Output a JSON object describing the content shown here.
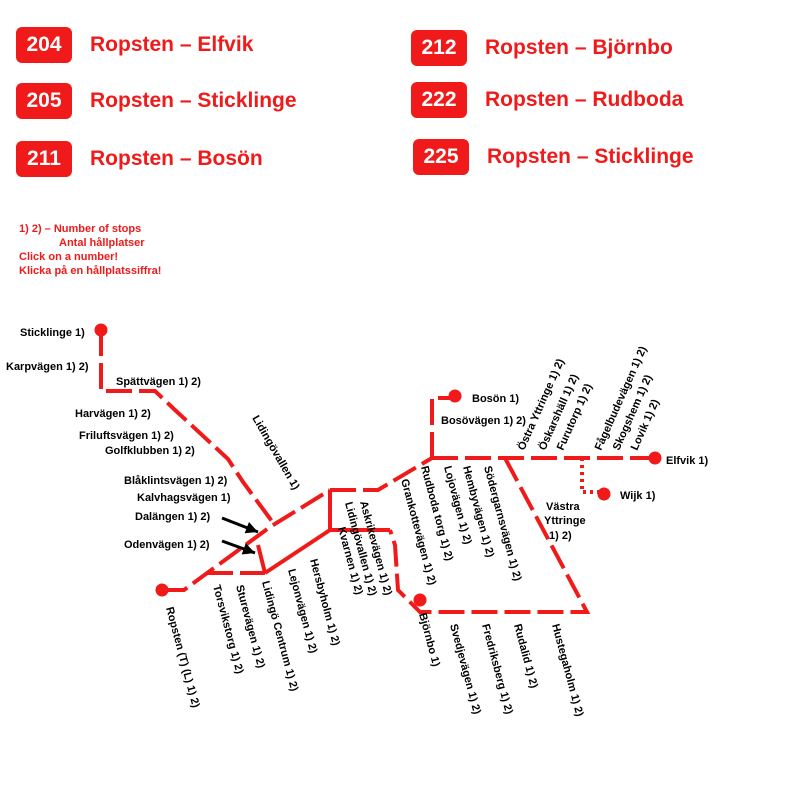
{
  "colors": {
    "route": "#f01a1a",
    "text": "#000000",
    "background": "#ffffff"
  },
  "routes": [
    {
      "number": "204",
      "name": "Ropsten – Elfvik"
    },
    {
      "number": "205",
      "name": "Ropsten – Sticklinge"
    },
    {
      "number": "211",
      "name": "Ropsten – Bosön"
    },
    {
      "number": "212",
      "name": "Ropsten – Björnbo"
    },
    {
      "number": "222",
      "name": "Ropsten – Rudboda"
    },
    {
      "number": "225",
      "name": "Ropsten – Sticklinge"
    }
  ],
  "legend": {
    "line1": "1) 2) – Number of stops",
    "line2": "Antal hållplatser",
    "line3": "Click on a number!",
    "line4": "Klicka på en hållplatssiffra!"
  },
  "stops": [
    {
      "id": "sticklinge",
      "label": "Sticklinge 1)"
    },
    {
      "id": "karpvagen",
      "label": "Karpvägen 1) 2)"
    },
    {
      "id": "spattvagen",
      "label": "Spättvägen 1) 2)"
    },
    {
      "id": "harvagen",
      "label": "Harvägen 1) 2)"
    },
    {
      "id": "friluftsvagen",
      "label": "Friluftsvägen 1) 2)"
    },
    {
      "id": "golfklubben",
      "label": "Golfklubben 1) 2)"
    },
    {
      "id": "blaklintsvagen",
      "label": "Blåklintsvägen 1) 2)"
    },
    {
      "id": "kalvhagsvagen",
      "label": "Kalvhagsvägen 1)"
    },
    {
      "id": "dalangen",
      "label": "Dalängen 1) 2)"
    },
    {
      "id": "odenvagen",
      "label": "Odenvägen 1) 2)"
    },
    {
      "id": "lidingovallen1",
      "label": "Lidingövallen 1)"
    },
    {
      "id": "bosonstop",
      "label": "Bosön 1)"
    },
    {
      "id": "bosovagen",
      "label": "Bosövägen 1) 2)"
    },
    {
      "id": "ostra-yttringe",
      "label": "Östra Yttringe 1) 2)"
    },
    {
      "id": "oskarshall",
      "label": "Öskarshäll 1) 2)"
    },
    {
      "id": "furutorp",
      "label": "Furutorp 1) 2)"
    },
    {
      "id": "fagelbudevagen",
      "label": "Fågelbudevägen 1) 2)"
    },
    {
      "id": "skogshem",
      "label": "Skogshem 1) 2)"
    },
    {
      "id": "lovik",
      "label": "Lovik 1) 2)"
    },
    {
      "id": "elfvikstop",
      "label": "Elfvik 1)"
    },
    {
      "id": "wijk",
      "label": "Wijk 1)"
    },
    {
      "id": "vastra-yttringe-1",
      "label": "Västra"
    },
    {
      "id": "vastra-yttringe-2",
      "label": "Yttringe"
    },
    {
      "id": "vastra-yttringe-3",
      "label": "1) 2)"
    },
    {
      "id": "ropsten",
      "label": "Ropsten (T) (L) 1) 2)"
    },
    {
      "id": "torsvikstorg",
      "label": "Torsvikstorg 1) 2)"
    },
    {
      "id": "sturevagen",
      "label": "Sturevägen 1) 2)"
    },
    {
      "id": "lidingo-centrum",
      "label": "Lidingö Centrum 1) 2)"
    },
    {
      "id": "lejonvagen",
      "label": "Lejonvägen 1) 2)"
    },
    {
      "id": "hersbyholm",
      "label": "Hersbyholm 1) 2)"
    },
    {
      "id": "kvarnen",
      "label": "Kvarnen 1) 2)"
    },
    {
      "id": "lidingovallen2",
      "label": "Lidingövallen 1) 2)"
    },
    {
      "id": "askrikevagen",
      "label": "Askrikevägen 1) 2)"
    },
    {
      "id": "grankottevagen",
      "label": "Grankottevägen 1) 2)"
    },
    {
      "id": "rudboda-torg",
      "label": "Rudboda torg 1) 2)"
    },
    {
      "id": "lojovagen",
      "label": "Lojovägen 1) 2)"
    },
    {
      "id": "hembyvagen",
      "label": "Hembyvägen 1) 2)"
    },
    {
      "id": "sodergarnsvagen",
      "label": "Södergarnsvägen 1) 2)"
    },
    {
      "id": "bjornbo",
      "label": "Björnbo 1)"
    },
    {
      "id": "svedjevagen",
      "label": "Svedjevägen 1) 2)"
    },
    {
      "id": "fredriksberg",
      "label": "Fredriksberg 1) 2)"
    },
    {
      "id": "rudalid",
      "label": "Rudalid 1) 2)"
    },
    {
      "id": "hustegaholm",
      "label": "Hustegaholm 1) 2)"
    }
  ]
}
